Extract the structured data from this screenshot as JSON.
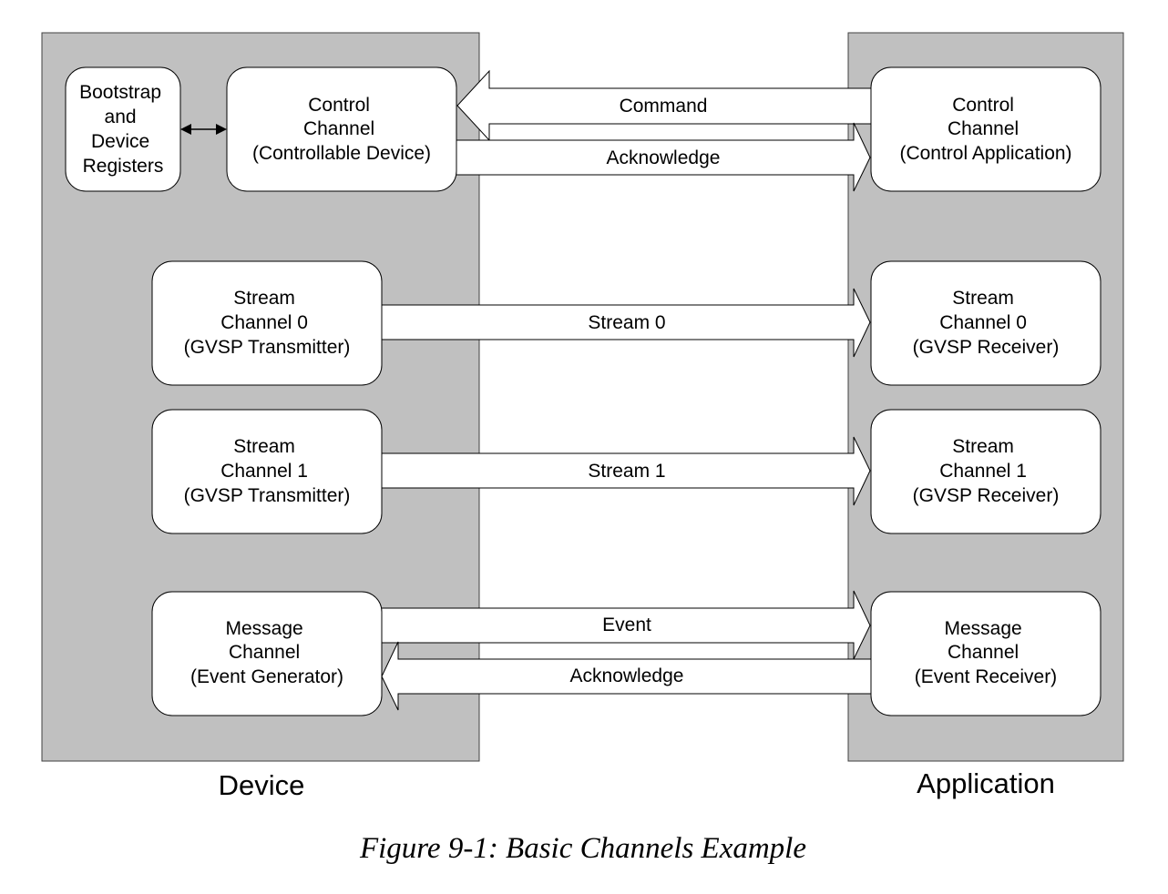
{
  "regions": {
    "device": "Device",
    "application": "Application"
  },
  "nodes": {
    "bootstrap": [
      "Bootstrap",
      "and",
      "Device",
      "Registers"
    ],
    "control_device": [
      "Control",
      "Channel",
      "(Controllable Device)"
    ],
    "control_app": [
      "Control",
      "Channel",
      "(Control Application)"
    ],
    "stream0_tx": [
      "Stream",
      "Channel 0",
      "(GVSP Transmitter)"
    ],
    "stream0_rx": [
      "Stream",
      "Channel 0",
      "(GVSP Receiver)"
    ],
    "stream1_tx": [
      "Stream",
      "Channel 1",
      "(GVSP Transmitter)"
    ],
    "stream1_rx": [
      "Stream",
      "Channel 1",
      "(GVSP Receiver)"
    ],
    "message_device": [
      "Message",
      "Channel",
      "(Event Generator)"
    ],
    "message_app": [
      "Message",
      "Channel",
      "(Event Receiver)"
    ]
  },
  "arrows": {
    "command": "Command",
    "control_ack": "Acknowledge",
    "stream0": "Stream 0",
    "stream1": "Stream 1",
    "event": "Event",
    "event_ack": "Acknowledge"
  },
  "caption": "Figure 9-1: Basic Channels Example"
}
